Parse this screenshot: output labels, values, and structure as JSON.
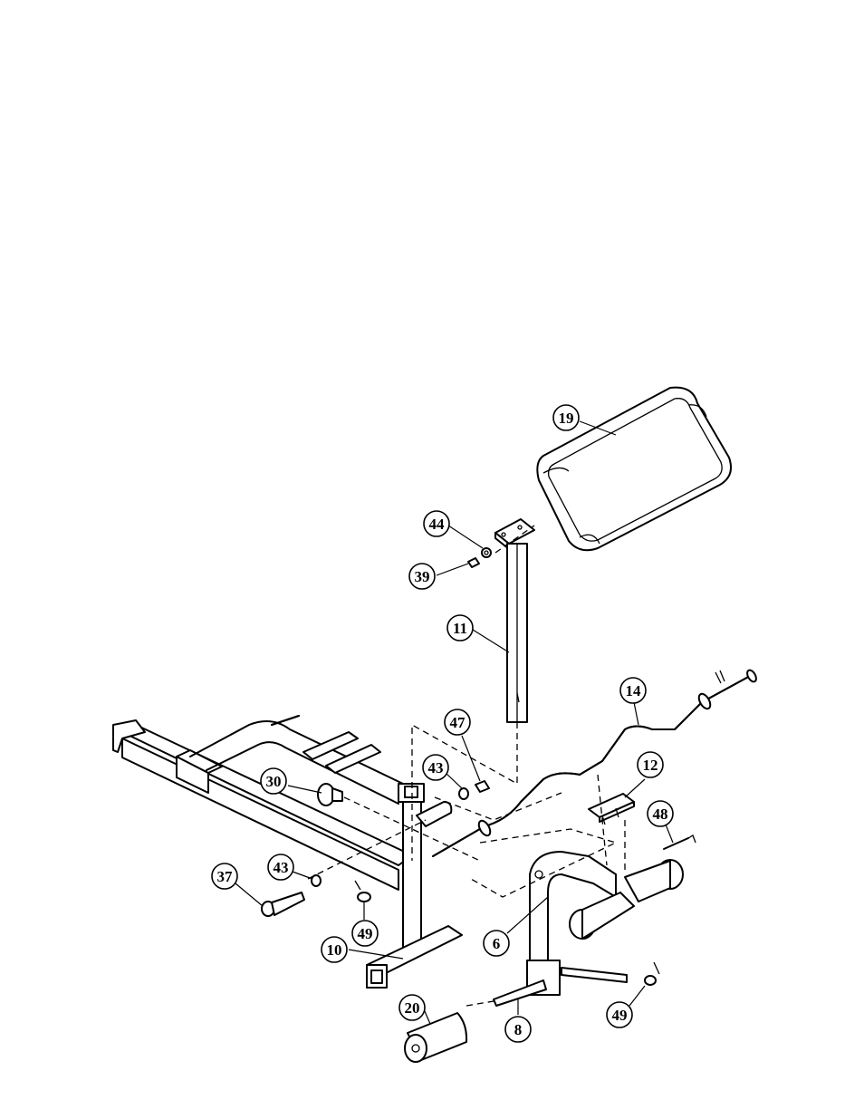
{
  "callouts": [
    {
      "id": "19",
      "label": "19"
    },
    {
      "id": "44",
      "label": "44"
    },
    {
      "id": "39",
      "label": "39"
    },
    {
      "id": "11",
      "label": "11"
    },
    {
      "id": "14",
      "label": "14"
    },
    {
      "id": "47",
      "label": "47"
    },
    {
      "id": "43a",
      "label": "43"
    },
    {
      "id": "30",
      "label": "30"
    },
    {
      "id": "12",
      "label": "12"
    },
    {
      "id": "48",
      "label": "48"
    },
    {
      "id": "37",
      "label": "37"
    },
    {
      "id": "43b",
      "label": "43"
    },
    {
      "id": "49a",
      "label": "49"
    },
    {
      "id": "10",
      "label": "10"
    },
    {
      "id": "6",
      "label": "6"
    },
    {
      "id": "20",
      "label": "20"
    },
    {
      "id": "8",
      "label": "8"
    },
    {
      "id": "49b",
      "label": "49"
    }
  ]
}
